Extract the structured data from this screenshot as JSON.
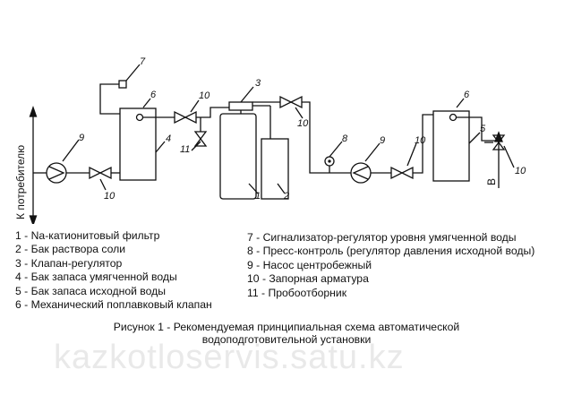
{
  "diagram": {
    "side_label": "К потребителю",
    "inlet_label": "В",
    "labels": [
      "1",
      "2",
      "3",
      "4",
      "5",
      "6",
      "7",
      "8",
      "9",
      "10",
      "11"
    ]
  },
  "legend_left": [
    "1 - Na-катионитовый фильтр",
    "2 - Бак раствора соли",
    "3 - Клапан-регулятор",
    "4 - Бак запаса умягченной воды",
    "5 - Бак запаса исходной воды",
    "6 - Механический поплавковый клапан"
  ],
  "legend_right": [
    "7 - Сигнализатор-регулятор уровня умягченной воды",
    "8 - Пресс-контроль (регулятор давления исходной воды)",
    "9 - Насос центробежный",
    "10 - Запорная арматура",
    "11 - Пробоотборник"
  ],
  "caption": {
    "line1": "Рисунок 1 - Рекомендуемая принципиальная схема автоматической",
    "line2": "водоподготовительной установки"
  },
  "watermark": "kazkotloservis.satu.kz"
}
